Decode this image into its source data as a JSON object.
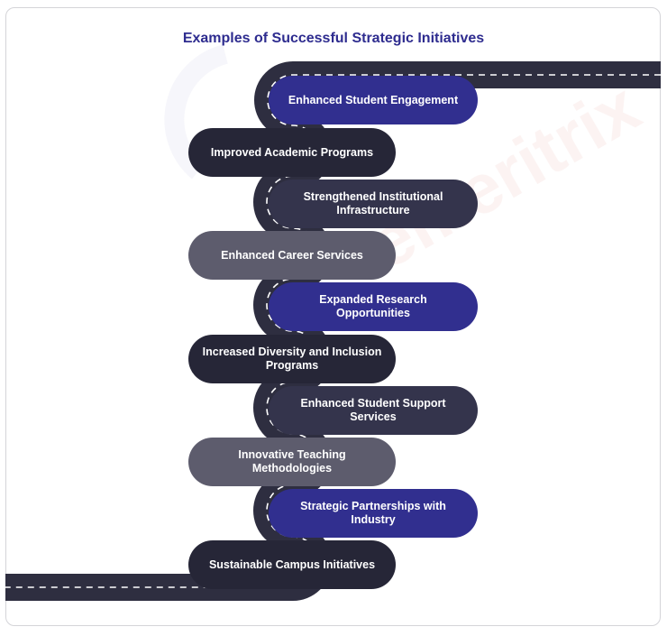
{
  "title": "Examples of Successful Strategic Initiatives",
  "watermark": "emeritrix",
  "colors": {
    "title": "#2e2c8f",
    "road": "#2e2e40",
    "dash": "#ffffff",
    "blue": "#312f8f",
    "dark": "#262637",
    "slate": "#34344c",
    "gray": "#5d5c6d"
  },
  "initiatives": [
    {
      "label": "Enhanced Student Engagement",
      "side": "right",
      "color": "blue"
    },
    {
      "label": "Improved Academic Programs",
      "side": "left",
      "color": "dark"
    },
    {
      "label": "Strengthened Institutional Infrastructure",
      "side": "right",
      "color": "slate"
    },
    {
      "label": "Enhanced Career Services",
      "side": "left",
      "color": "gray"
    },
    {
      "label": "Expanded Research Opportunities",
      "side": "right",
      "color": "blue"
    },
    {
      "label": "Increased Diversity and Inclusion Programs",
      "side": "left",
      "color": "dark"
    },
    {
      "label": "Enhanced Student Support Services",
      "side": "right",
      "color": "slate"
    },
    {
      "label": "Innovative Teaching Methodologies",
      "side": "left",
      "color": "gray"
    },
    {
      "label": "Strategic Partnerships with Industry",
      "side": "right",
      "color": "blue"
    },
    {
      "label": "Sustainable Campus Initiatives",
      "side": "left",
      "color": "dark"
    }
  ]
}
